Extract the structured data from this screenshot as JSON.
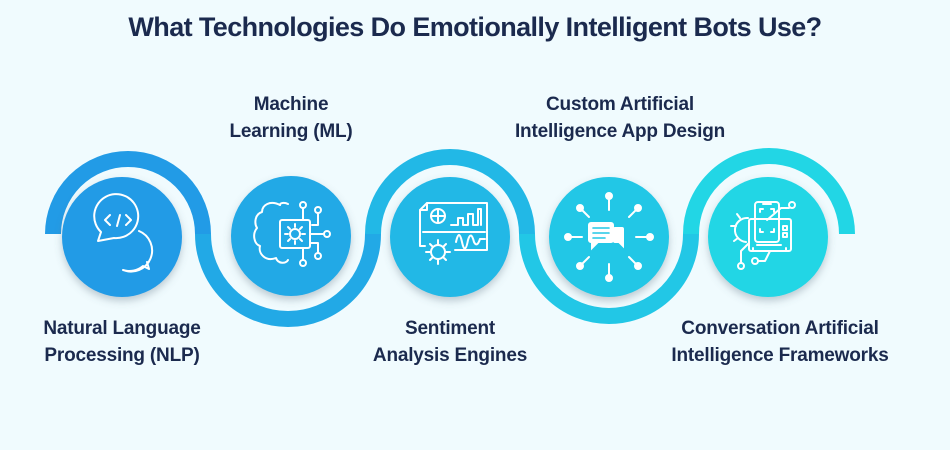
{
  "title": "What Technologies Do Emotionally Intelligent Bots Use?",
  "colors": {
    "background": "#f0fbfe",
    "text": "#1b2a4e",
    "step1": "#229be6",
    "step2": "#22a9e6",
    "step3": "#22b8e6",
    "step4": "#22c7e6",
    "step5": "#22d6e5"
  },
  "steps": [
    {
      "line1": "Natural Language",
      "line2": "Processing (NLP)",
      "icon": "code-chat-bubbles-icon",
      "label_position": "below"
    },
    {
      "line1": "Machine",
      "line2": "Learning (ML)",
      "icon": "brain-circuit-gear-icon",
      "label_position": "above"
    },
    {
      "line1": "Sentiment",
      "line2": "Analysis Engines",
      "icon": "analytics-report-gear-icon",
      "label_position": "below"
    },
    {
      "line1": "Custom Artificial",
      "line2": "Intelligence App Design",
      "icon": "chat-hub-network-icon",
      "label_position": "above"
    },
    {
      "line1": "Conversation Artificial",
      "line2": "Intelligence Frameworks",
      "icon": "mobile-app-circuit-icon",
      "label_position": "below"
    }
  ]
}
